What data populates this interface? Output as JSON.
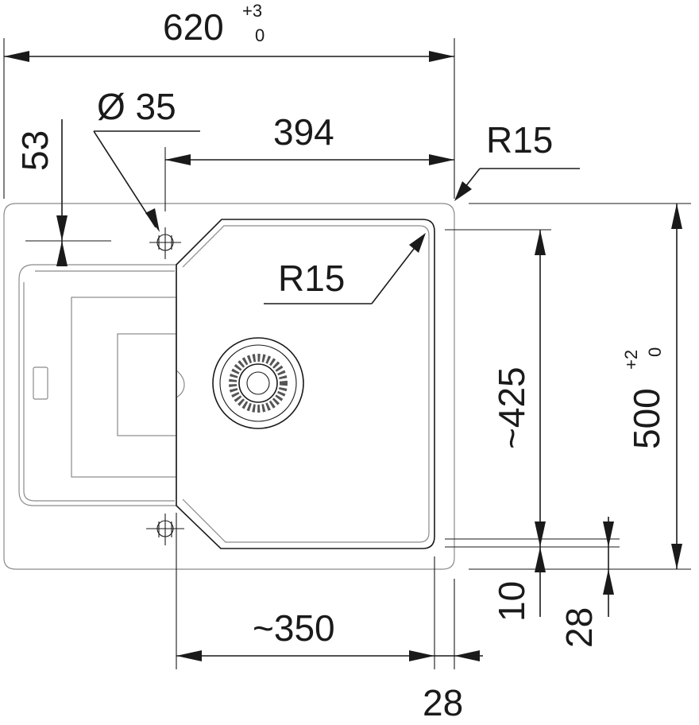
{
  "dimensions": {
    "total_width": {
      "value": "620",
      "tol_upper": "+3",
      "tol_lower": "0"
    },
    "total_depth": {
      "value": "500",
      "tol_upper": "+2",
      "tol_lower": "0"
    },
    "hole_diameter": "Ø 35",
    "hole_to_right_edge": "394",
    "hole_from_top": "53",
    "outer_corner_radius": "R15",
    "bowl_corner_radius": "R15",
    "bowl_depth": "~425",
    "bowl_width": "~350",
    "bowl_bottom_offset": "10",
    "bottom_rim_offset": "28",
    "right_rim_offset": "28"
  }
}
